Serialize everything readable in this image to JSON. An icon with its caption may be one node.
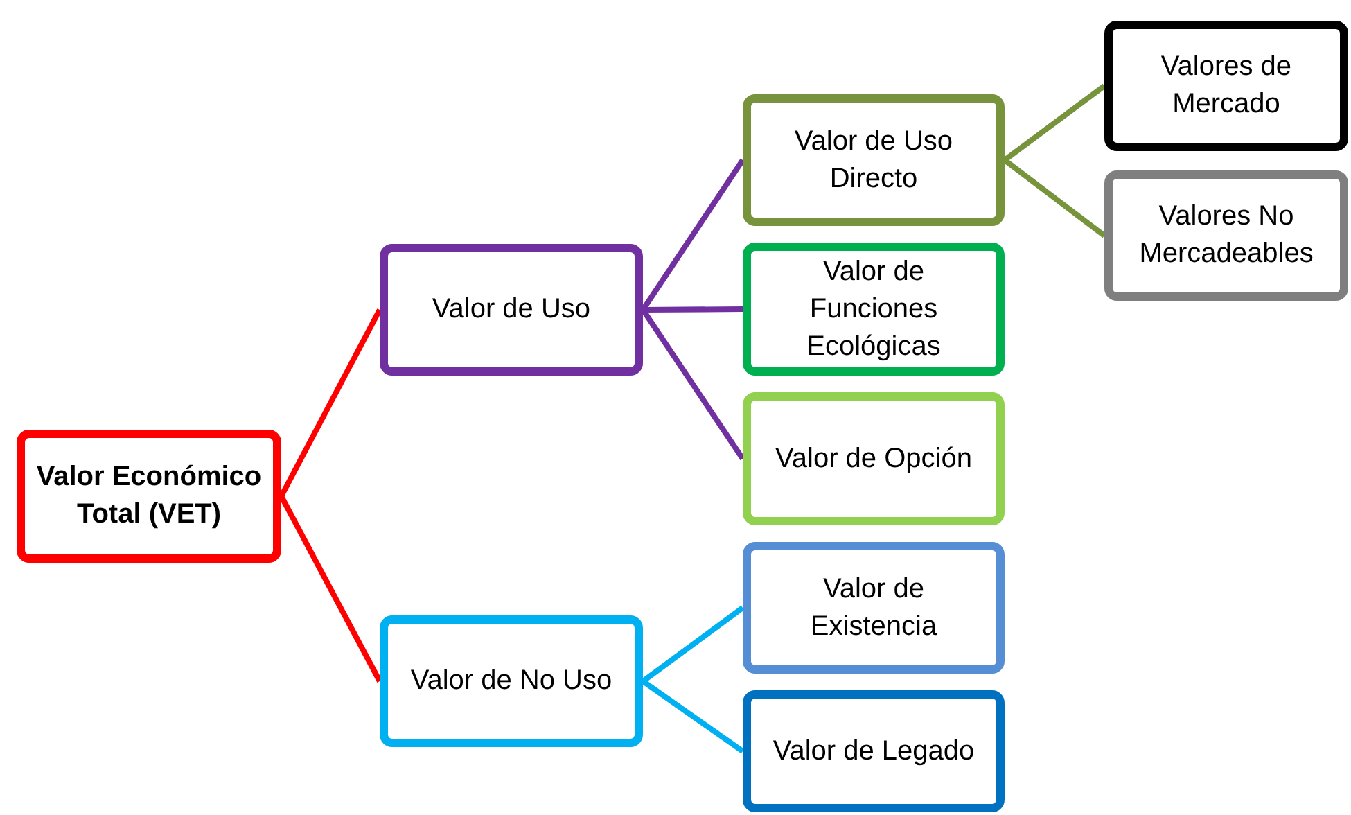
{
  "diagram": {
    "nodes": [
      {
        "text": [
          "Valor Económico Total (VET)"
        ]
      },
      {
        "text": [
          "Valor de Uso"
        ]
      },
      {
        "text": [
          "Valor de No Uso"
        ]
      },
      {
        "text": [
          "Valor de Uso Directo"
        ]
      },
      {
        "text": [
          "Valor de Funciones Ecológicas"
        ]
      },
      {
        "text": [
          "Valor de Opción"
        ]
      },
      {
        "text": [
          "Valor de Existencia"
        ]
      },
      {
        "text": [
          "Valor de Legado"
        ]
      },
      {
        "text": [
          "Valores de Mercado"
        ]
      },
      {
        "text": [
          "Valores No Mercadeables"
        ]
      }
    ],
    "edges": [
      {
        "from": 0,
        "to": 1,
        "arrow": "none",
        "color": "#ff0000"
      },
      {
        "from": 0,
        "to": 2,
        "arrow": "none",
        "color": "#ff0000"
      },
      {
        "from": 1,
        "to": 3,
        "arrow": "none",
        "color": "#7030a0"
      },
      {
        "from": 1,
        "to": 4,
        "arrow": "none",
        "color": "#7030a0"
      },
      {
        "from": 1,
        "to": 5,
        "arrow": "none",
        "color": "#7030a0"
      },
      {
        "from": 2,
        "to": 6,
        "arrow": "none",
        "color": "#00b0f0"
      },
      {
        "from": 2,
        "to": 7,
        "arrow": "none",
        "color": "#00b0f0"
      },
      {
        "from": 3,
        "to": 8,
        "arrow": "none",
        "color": "#77933c"
      },
      {
        "from": 3,
        "to": 9,
        "arrow": "none",
        "color": "#77933c"
      }
    ]
  }
}
